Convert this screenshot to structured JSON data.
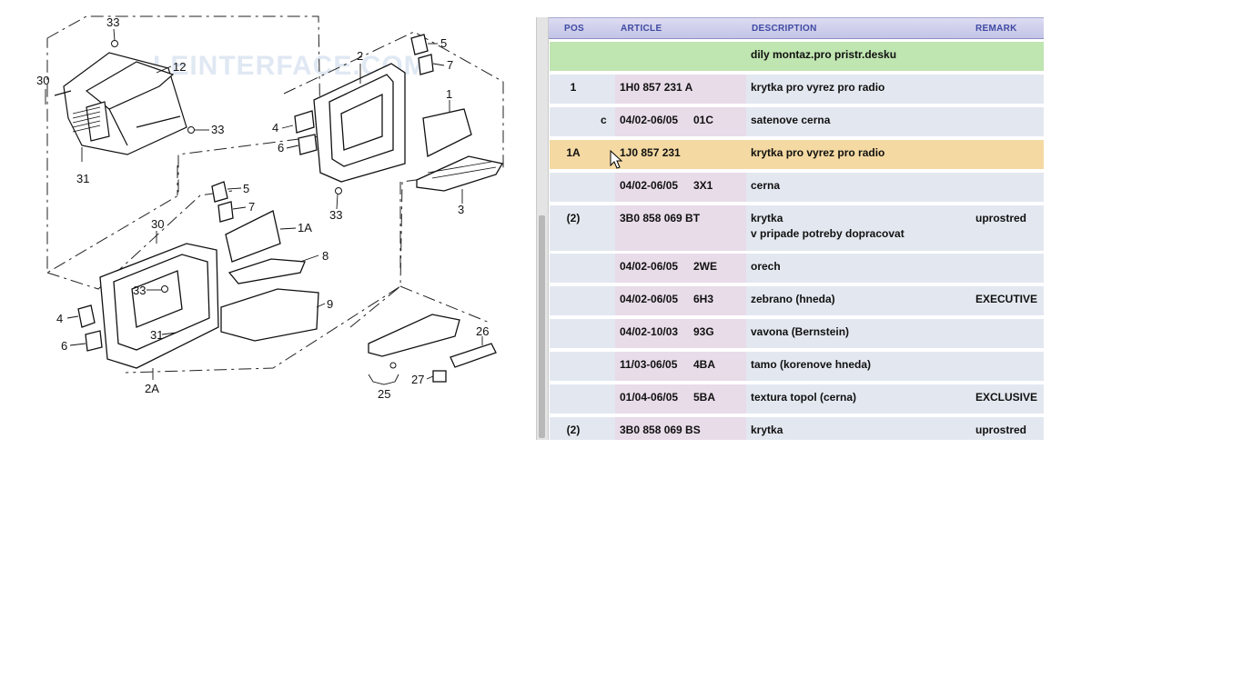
{
  "diagram": {
    "watermark": "LEINTERFACE.COM",
    "labels": [
      "33",
      "12",
      "30",
      "31",
      "33",
      "2",
      "5",
      "7",
      "1",
      "4",
      "6",
      "3",
      "33",
      "5",
      "7",
      "1A",
      "8",
      "30",
      "33",
      "9",
      "4",
      "6",
      "31",
      "2A",
      "26",
      "25",
      "27"
    ]
  },
  "table": {
    "headers": {
      "pos": "POS",
      "article": "ARTICLE",
      "description": "DESCRIPTION",
      "remark": "REMARK"
    },
    "rows": [
      {
        "pos": "",
        "variant": "",
        "article": "",
        "code": "",
        "description": "dily montaz.pro pristr.desku",
        "description2": "",
        "remark": ""
      },
      {
        "pos": "1",
        "variant": "",
        "article": "1H0 857 231 A",
        "code": "",
        "description": "krytka pro vyrez pro radio",
        "description2": "",
        "remark": ""
      },
      {
        "pos": "",
        "variant": "c",
        "article": "04/02-06/05",
        "code": "01C",
        "description": "satenove cerna",
        "description2": "",
        "remark": ""
      },
      {
        "pos": "1A",
        "variant": "",
        "article": "1J0 857 231",
        "code": "",
        "description": "krytka pro vyrez pro radio",
        "description2": "",
        "remark": ""
      },
      {
        "pos": "",
        "variant": "",
        "article": "04/02-06/05",
        "code": "3X1",
        "description": "cerna",
        "description2": "",
        "remark": ""
      },
      {
        "pos": "(2)",
        "variant": "",
        "article": "3B0 858 069 BT",
        "code": "",
        "description": "krytka",
        "description2": "v pripade potreby dopracovat",
        "remark": "uprostred"
      },
      {
        "pos": "",
        "variant": "",
        "article": "04/02-06/05",
        "code": "2WE",
        "description": "orech",
        "description2": "",
        "remark": ""
      },
      {
        "pos": "",
        "variant": "",
        "article": "04/02-06/05",
        "code": "6H3",
        "description": "zebrano (hneda)",
        "description2": "",
        "remark": "EXECUTIVE"
      },
      {
        "pos": "",
        "variant": "",
        "article": "04/02-10/03",
        "code": "93G",
        "description": "vavona (Bernstein)",
        "description2": "",
        "remark": ""
      },
      {
        "pos": "",
        "variant": "",
        "article": "11/03-06/05",
        "code": "4BA",
        "description": "tamo (korenove hneda)",
        "description2": "",
        "remark": ""
      },
      {
        "pos": "",
        "variant": "",
        "article": "01/04-06/05",
        "code": "5BA",
        "description": "textura topol (cerna)",
        "description2": "",
        "remark": "EXCLUSIVE"
      },
      {
        "pos": "(2)",
        "variant": "",
        "article": "3B0 858 069 BS",
        "code": "",
        "description": "krytka",
        "description2": "",
        "remark": "uprostred"
      }
    ]
  },
  "colors": {
    "header_text": "#3f49a3",
    "row_bg": "#e3e8f0",
    "article_col_bg": "#e8dce9",
    "section_bg": "#bfe5b0",
    "selected_bg": "#f4d9a2"
  },
  "cursor": "arrow-pointer-icon"
}
